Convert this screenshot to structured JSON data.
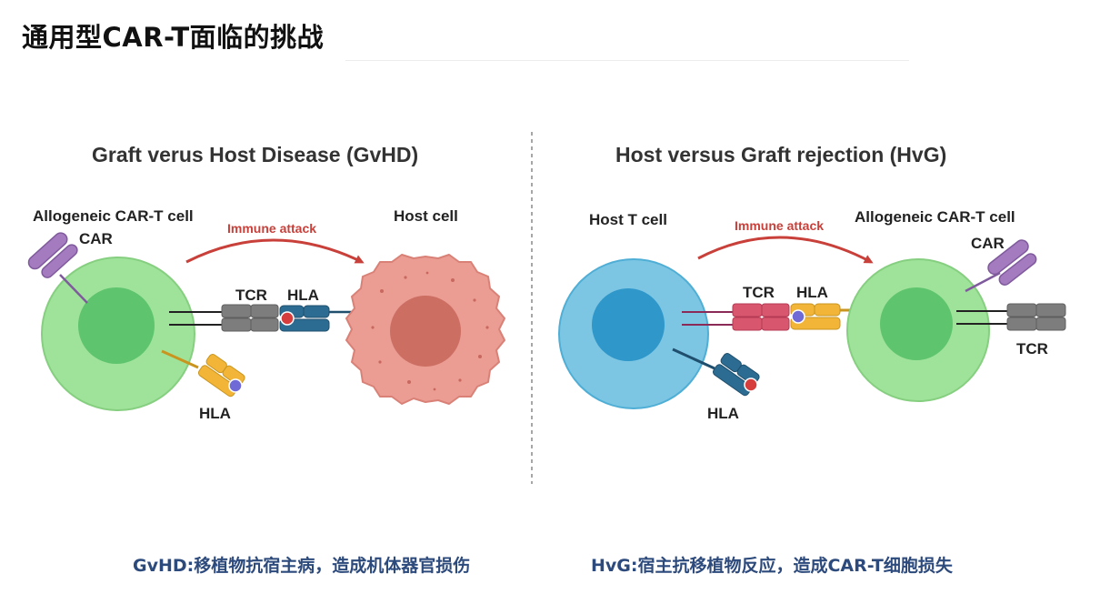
{
  "slide": {
    "title": "通用型CAR-T面临的挑战"
  },
  "gvhd": {
    "title": "Graft verus Host Disease (GvHD)",
    "donor_cell_label": "Allogeneic CAR-T cell",
    "car_label": "CAR",
    "tcr_label": "TCR",
    "hla_bound_label": "HLA",
    "hla_own_label": "HLA",
    "host_cell_label": "Host cell",
    "attack_label": "Immune attack",
    "caption": "GvHD:移植物抗宿主病，造成机体器官损伤"
  },
  "hvg": {
    "title": "Host versus Graft rejection (HvG)",
    "host_cell_label": "Host T cell",
    "tcr_label": "TCR",
    "hla_bound_label": "HLA",
    "hla_host_label": "HLA",
    "attack_label": "Immune attack",
    "donor_cell_label": "Allogeneic CAR-T cell",
    "car_label": "CAR",
    "donor_tcr_label": "TCR",
    "caption": "HvG:宿主抗移植物反应，造成CAR-T细胞损失"
  },
  "colors": {
    "car_t_cell": "#9fe39a",
    "car_t_nucleus": "#5fc46e",
    "host_cell": "#eb9d94",
    "host_nucleus": "#cc6e62",
    "host_t_cell": "#7cc6e4",
    "host_t_nucleus": "#2f97c9",
    "car_receptor": "#a57bc0",
    "tcr_grey": "#7d7d7d",
    "tcr_pink": "#d9566f",
    "hla_blue": "#2c6c92",
    "hla_yellow": "#f2b538",
    "peptide_red": "#d63d3d",
    "peptide_purple": "#6f6ad6",
    "attack_arrow": "#c9403a",
    "caption_text": "#2d4a7c"
  }
}
